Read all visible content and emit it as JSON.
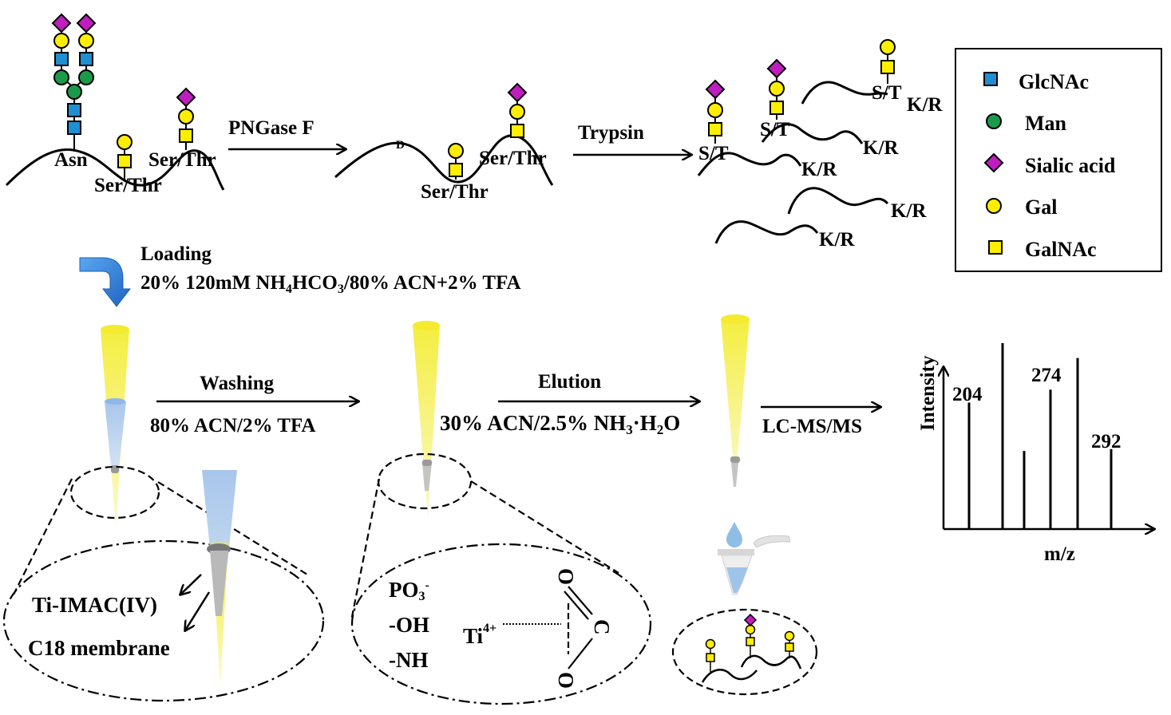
{
  "colors": {
    "glcnac": "#1f8fd1",
    "man": "#1a9a4a",
    "sialic_acid": "#c01dc0",
    "gal": "#ffee00",
    "galnac": "#ffee00",
    "arrow_blue": "#2b7bd8",
    "tip_yellow": "#f8f040",
    "tip_blue": "#a9c4e6"
  },
  "legend": {
    "items": [
      {
        "shape": "square",
        "color": "#1f8fd1",
        "label": "GlcNAc"
      },
      {
        "shape": "circle",
        "color": "#1a9a4a",
        "label": "Man"
      },
      {
        "shape": "diamond",
        "color": "#c01dc0",
        "label": "Sialic acid"
      },
      {
        "shape": "circle",
        "color": "#ffee00",
        "label": "Gal"
      },
      {
        "shape": "square",
        "color": "#ffee00",
        "label": "GalNAc"
      }
    ]
  },
  "step1": {
    "asn": "Asn",
    "ser_thr_a": "Ser/Thr",
    "ser_thr_b": "Ser/Thr"
  },
  "pngase": "PNGase F",
  "step2": {
    "d": "D",
    "ser_thr_a": "Ser/Thr",
    "ser_thr_b": "Ser/Thr"
  },
  "trypsin": "Trypsin",
  "step3": {
    "st1": "S/T",
    "st2": "S/T",
    "st3": "S/T",
    "kr1": "K/R",
    "kr2": "K/R",
    "kr3": "K/R",
    "kr4": "K/R",
    "kr5": "K/R"
  },
  "loading": {
    "title": "Loading",
    "buffer_pre": "20% 120mM NH",
    "sub4": "4",
    "hco": "HCO",
    "sub3": "3",
    "buffer_post": "/80% ACN+2% TFA"
  },
  "washing": {
    "title": "Washing",
    "buffer": "80% ACN/2% TFA"
  },
  "elution": {
    "title": "Elution",
    "buffer_pre": "30% ACN/2.5% NH",
    "sub3": "3",
    "mid": "·H",
    "sub2": "2",
    "end": "O"
  },
  "lcms": "LC-MS/MS",
  "zoom1": {
    "ti_imac": "Ti-IMAC(IV)",
    "c18": "C18 membrane"
  },
  "zoom2": {
    "po3": "PO",
    "po3_sub": "3",
    "po3_sup": "-",
    "oh": "-OH",
    "nh": "-NH",
    "ti": "Ti",
    "ti_sup": "4+",
    "o_top": "O",
    "c": "C",
    "o_bottom": "O"
  },
  "chart_data": {
    "type": "bar",
    "title": "",
    "xlabel": "m/z",
    "ylabel": "Intensity",
    "peak_labels": [
      "204",
      "274",
      "292"
    ],
    "values": [
      0.68,
      1.0,
      0.42,
      0.75,
      0.92,
      0.43
    ]
  }
}
